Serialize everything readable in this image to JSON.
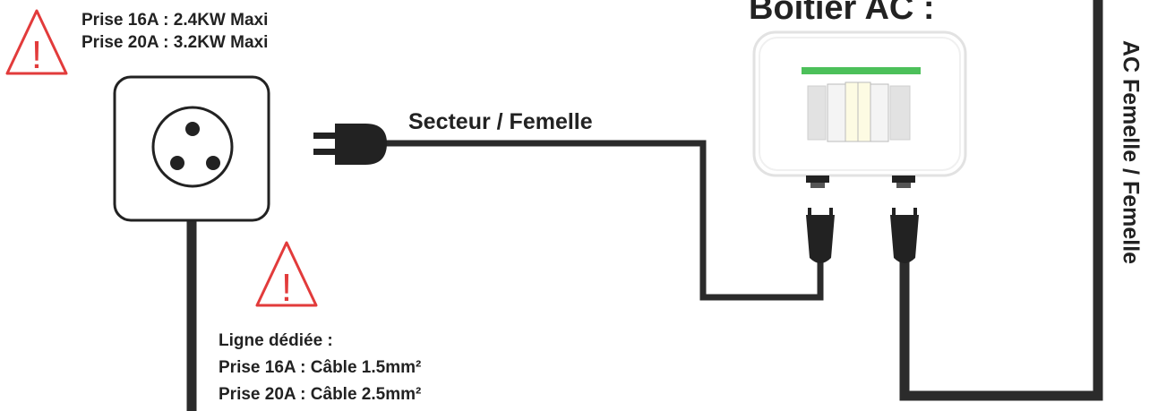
{
  "warning_top": {
    "line1": "Prise 16A : 2.4KW Maxi",
    "line2": "Prise 20A : 3.2KW Maxi"
  },
  "cable_label": "Secteur / Femelle",
  "box_title": "Boîtier AC :",
  "vertical_label": "AC Femelle / Femelle",
  "warning_bottom": {
    "line1": "Ligne dédiée :",
    "line2": "Prise 16A : Câble 1.5mm²",
    "line3": "Prise 20A : Câble 2.5mm²"
  },
  "warning_symbol": "!",
  "colors": {
    "warning_red": "#e23b3b",
    "cable": "#2b2b2b",
    "breaker_green": "#4cc05a"
  }
}
